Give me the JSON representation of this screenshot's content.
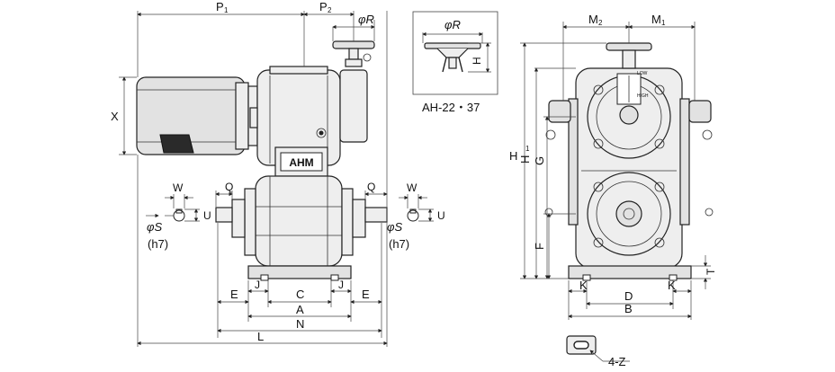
{
  "labels": {
    "P1": "P",
    "P1_sub": "1",
    "P2": "P",
    "P2_sub": "2",
    "phiR_main": "φR",
    "phiR_inset": "φR",
    "H_inset": "H",
    "inset_caption": "AH-22・37",
    "X": "X",
    "W_left": "W",
    "W_right": "W",
    "Q_left": "Q",
    "Q_right": "Q",
    "U_left": "U",
    "U_right": "U",
    "phiS_left": "φS",
    "phiS_right": "φS",
    "h7_left": "(h7)",
    "h7_right": "(h7)",
    "E_left": "E",
    "E_right": "E",
    "J_left": "J",
    "J_right": "J",
    "C": "C",
    "A": "A",
    "N": "N",
    "L": "L",
    "M2": "M",
    "M2_sub": "2",
    "M1": "M",
    "M1_sub": "1",
    "H": "H",
    "H1": "H",
    "H1_sub": "1",
    "G": "G",
    "F": "F",
    "T": "T",
    "K_left": "K",
    "K_right": "K",
    "D": "D",
    "B": "B",
    "Z": "4-Z",
    "brand": "AHM",
    "gauge_low": "LOW",
    "gauge_high": "HIGH"
  }
}
